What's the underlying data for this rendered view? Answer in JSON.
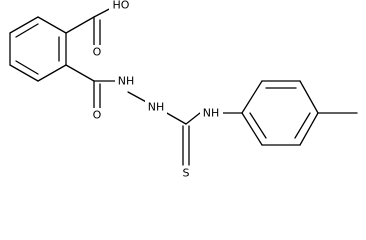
{
  "atom_labels": {
    "carboxyl_oh": "HO",
    "carboxyl_o": "O",
    "amide_o": "O",
    "hydrazide_nh1": "NH",
    "hydrazide_nh2": "NH",
    "thioamide_nh": "NH",
    "thione_s": "S"
  }
}
